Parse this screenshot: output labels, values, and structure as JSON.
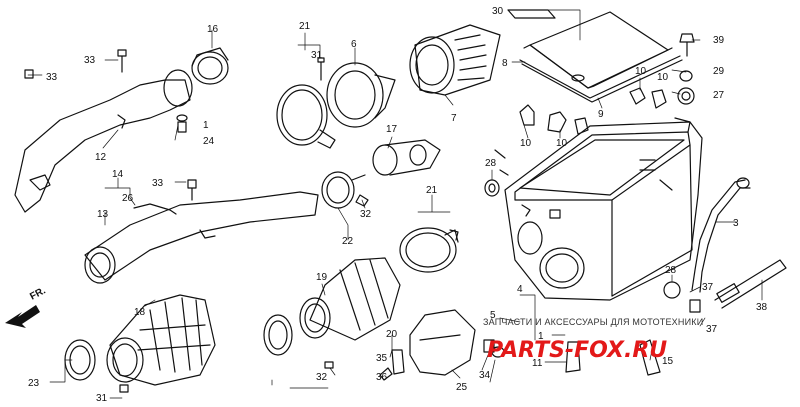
{
  "diagram": {
    "labels": {
      "n30": "30",
      "n21a": "21",
      "n16": "16",
      "n6": "6",
      "n33a": "33",
      "n31a": "31",
      "n33b": "33",
      "n8": "8",
      "n39": "39",
      "n1a": "1",
      "n24": "24",
      "n29": "29",
      "n10a": "10",
      "n10b": "10",
      "n27": "27",
      "n9": "9",
      "n7": "7",
      "n12": "12",
      "n17": "17",
      "n10c": "10",
      "n10d": "10",
      "n28a": "28",
      "n14": "14",
      "n33c": "33",
      "n26": "26",
      "n13": "13",
      "n21b": "21",
      "n32a": "32",
      "n22": "22",
      "n3": "3",
      "n19": "19",
      "n28b": "28",
      "n37a": "37",
      "n4": "4",
      "n38": "38",
      "n18": "18",
      "n5": "5",
      "n37b": "37",
      "n20": "20",
      "n1b": "1",
      "n11": "11",
      "n15": "15",
      "n35": "35",
      "n23": "23",
      "n32b": "32",
      "n34": "34",
      "n36": "36",
      "n25": "25",
      "n31b": "31",
      "fr": "FR."
    },
    "watermark": {
      "text": "ЗАПЧАСТИ И АКСЕССУАРЫ ДЛЯ МОТОТЕХНИКИ",
      "logo": "PARTS-FOX.RU"
    }
  }
}
